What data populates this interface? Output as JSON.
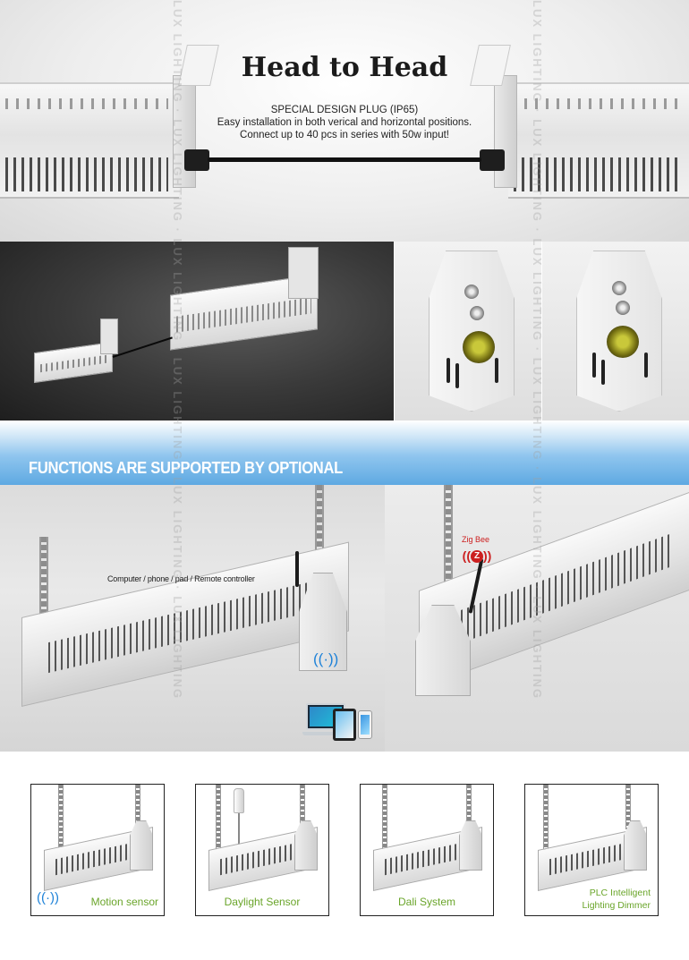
{
  "hero": {
    "title": "Head to Head",
    "subtitle_lines": [
      "SPECIAL DESIGN PLUG (IP65)",
      "Easy installation in both verical and horizontal positions.",
      "Connect up to 40 pcs in series with 50w input!"
    ]
  },
  "banner": {
    "title": "FUNCTIONS ARE SUPPORTED BY OPTIONAL"
  },
  "functions": {
    "control_label": "Computer / phone / pad / Remote controller",
    "zigbee_label": "Zig Bee",
    "zigbee_letter": "Z"
  },
  "sensors": [
    {
      "label_lines": [
        "Motion sensor"
      ]
    },
    {
      "label_lines": [
        "Daylight Sensor"
      ]
    },
    {
      "label_lines": [
        "Dali System"
      ]
    },
    {
      "label_lines": [
        "PLC Intelligent",
        "Lighting Dimmer"
      ]
    }
  ],
  "watermark": "LUX LIGHTING · LUX LIGHTING · LUX LIGHTING · LUX LIGHTING · LUX LIGHTING · LUX LIGHTING",
  "icons": {
    "wifi_glyph": "((·))",
    "colors": {
      "accent_blue": "#1e82d8",
      "label_green": "#6aa52a",
      "zigbee_red": "#cc1f1f"
    }
  }
}
